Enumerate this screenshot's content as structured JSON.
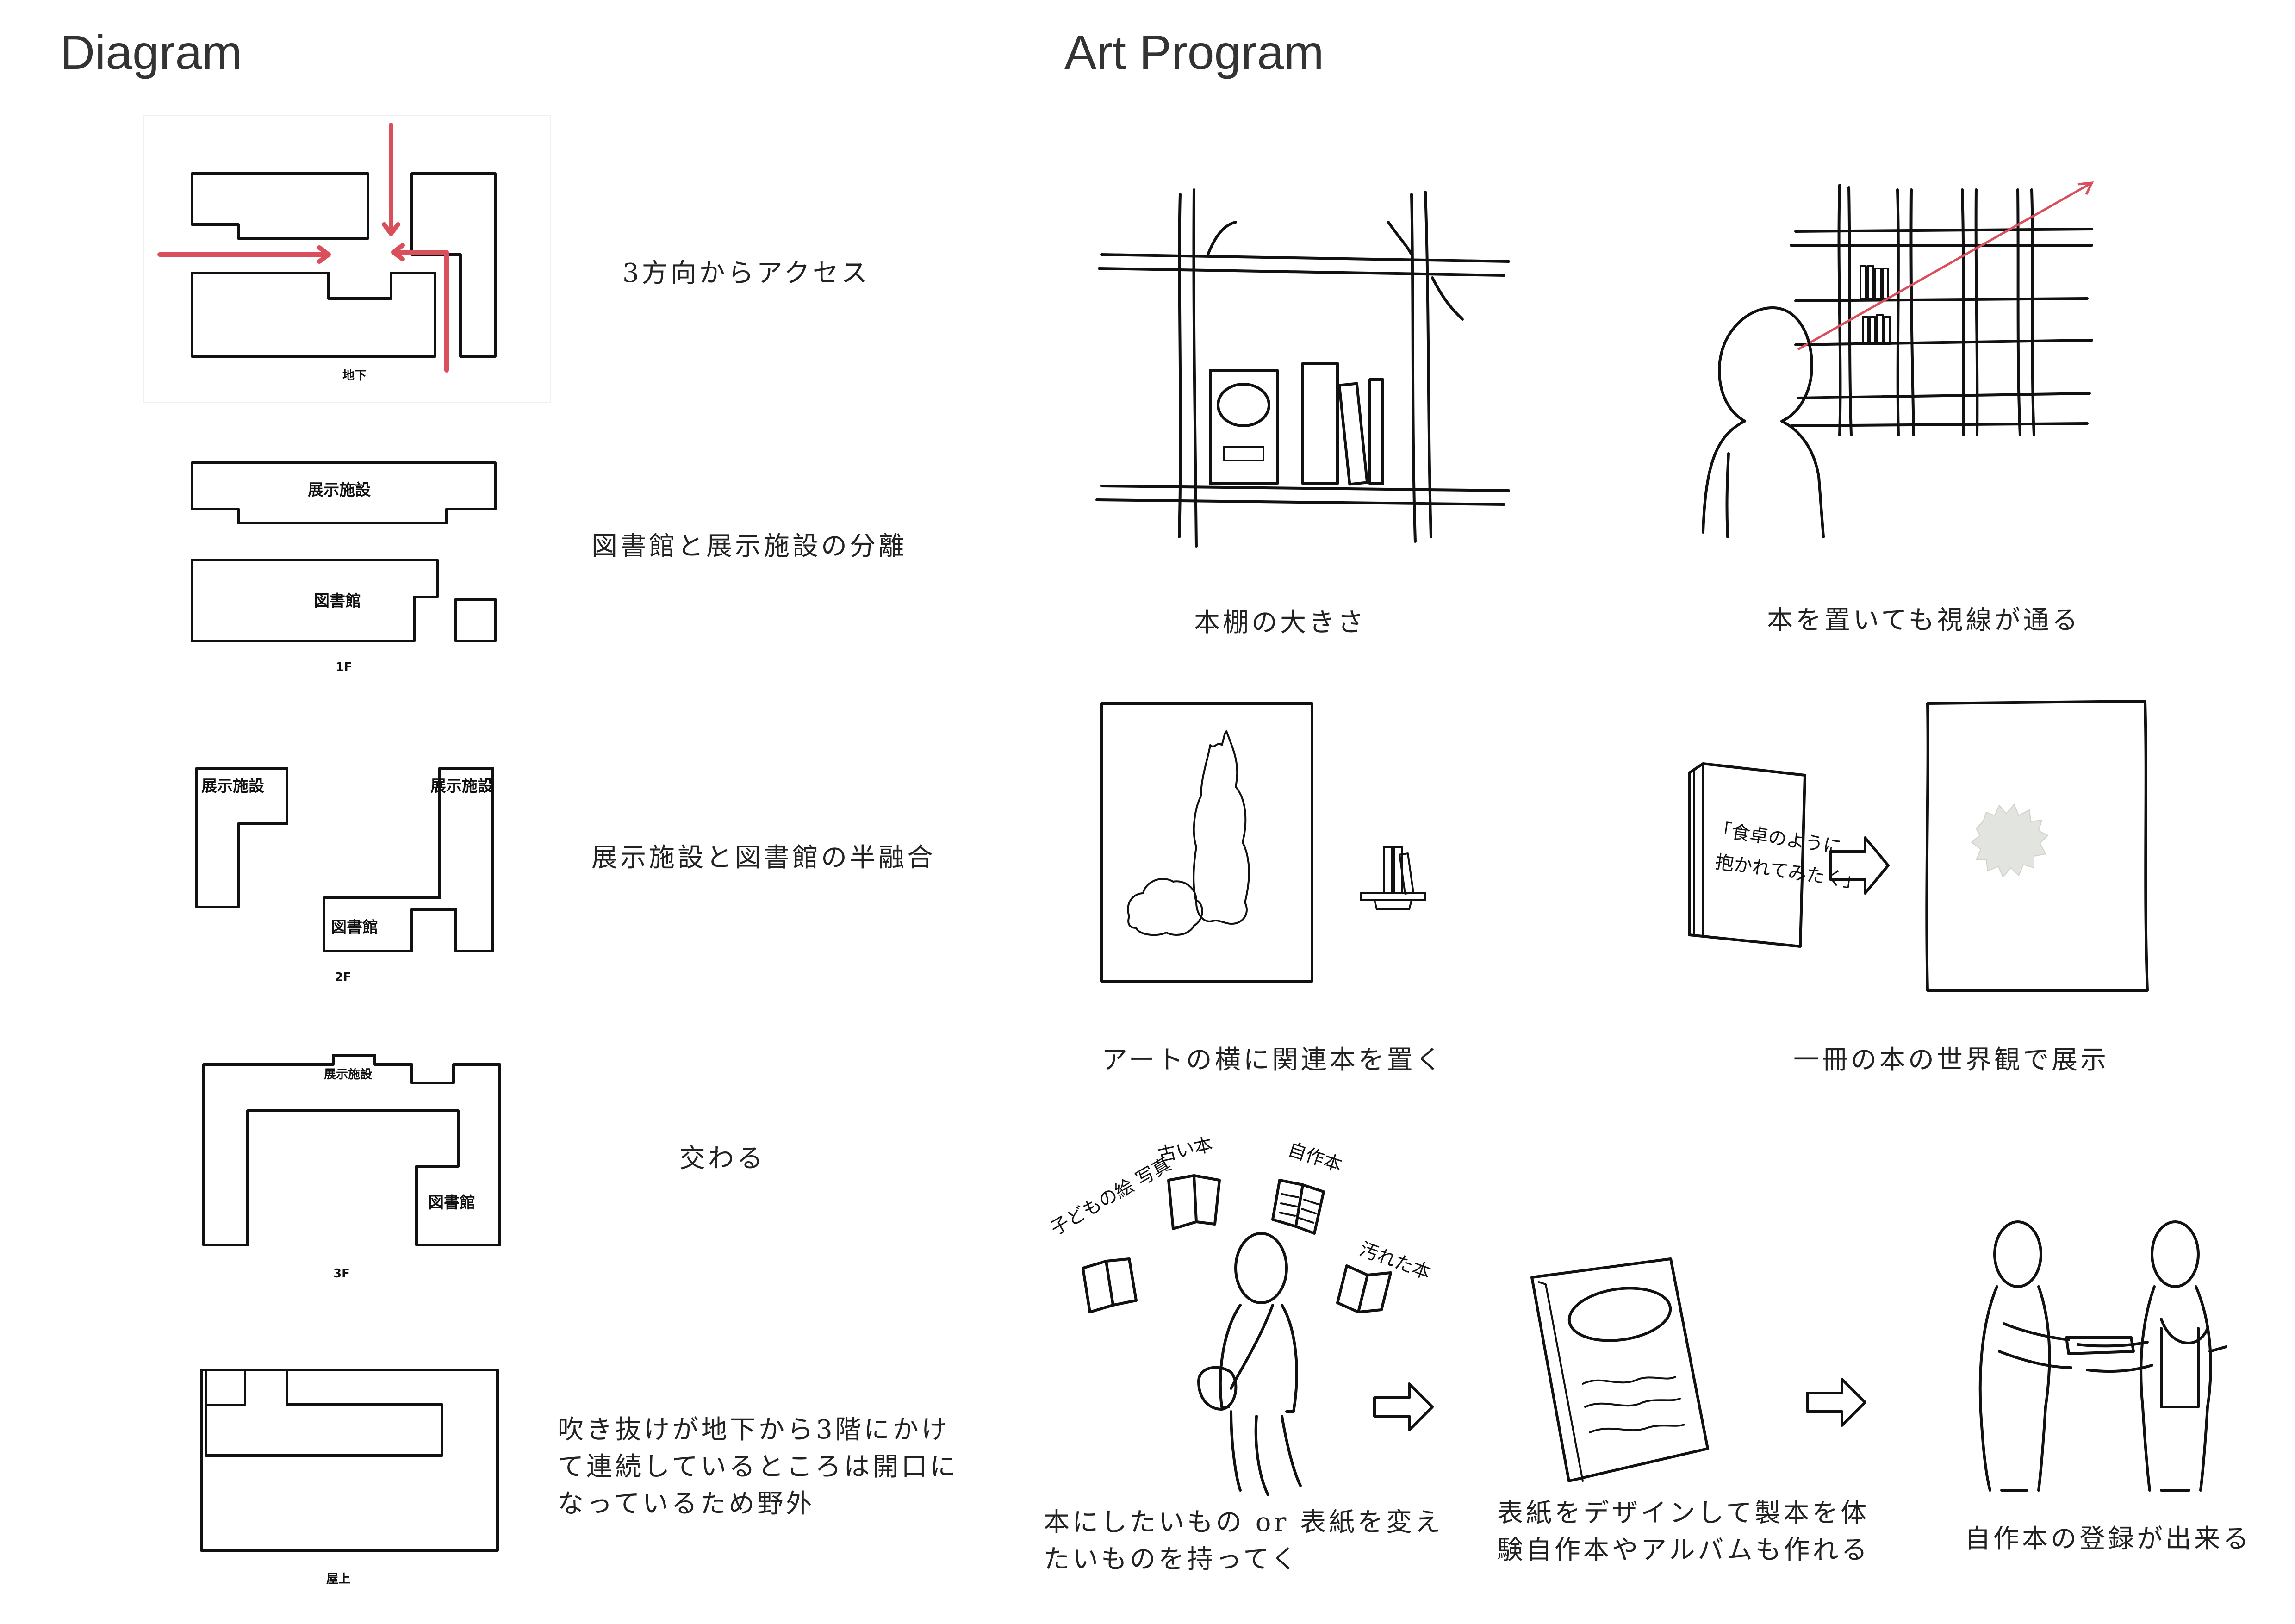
{
  "headings": {
    "diagram": "Diagram",
    "art_program": "Art Program"
  },
  "diagram": {
    "rows": [
      {
        "floor": "地下",
        "caption": "3方向からアクセス"
      },
      {
        "floor": "1F",
        "caption": "図書館と展示施設の分離",
        "labels": [
          "展示施設",
          "図書館"
        ]
      },
      {
        "floor": "2F",
        "caption": "展示施設と図書館の半融合",
        "labels": [
          "展示施設",
          "展示施設",
          "図書館"
        ]
      },
      {
        "floor": "3F",
        "caption": "交わる",
        "labels": [
          "展示施設",
          "図書館"
        ]
      },
      {
        "floor": "屋上",
        "caption": "吹き抜けが地下から3階にかけて連続しているところは開口になっているため野外"
      }
    ]
  },
  "art": {
    "items": [
      {
        "caption": "本棚の大きさ"
      },
      {
        "caption": "本を置いても視線が通る"
      },
      {
        "caption": "アートの横に関連本を置く"
      },
      {
        "caption": "一冊の本の世界観で展示",
        "book_text_1": "「食卓のように",
        "book_text_2": "抱かれてみたく」"
      },
      {
        "caption": "本にしたいもの or 表紙を変えたいものを持ってく",
        "labels": [
          "古い本",
          "自作本",
          "子どもの絵 写真",
          "汚れた本"
        ]
      },
      {
        "caption": "表紙をデザインして製本を体験自作本やアルバムも作れる"
      },
      {
        "caption": "自作本の登録が出来る"
      }
    ]
  },
  "colors": {
    "arrow_red": "#d9505c",
    "line": "#111111",
    "blob": "#e2e4df"
  }
}
